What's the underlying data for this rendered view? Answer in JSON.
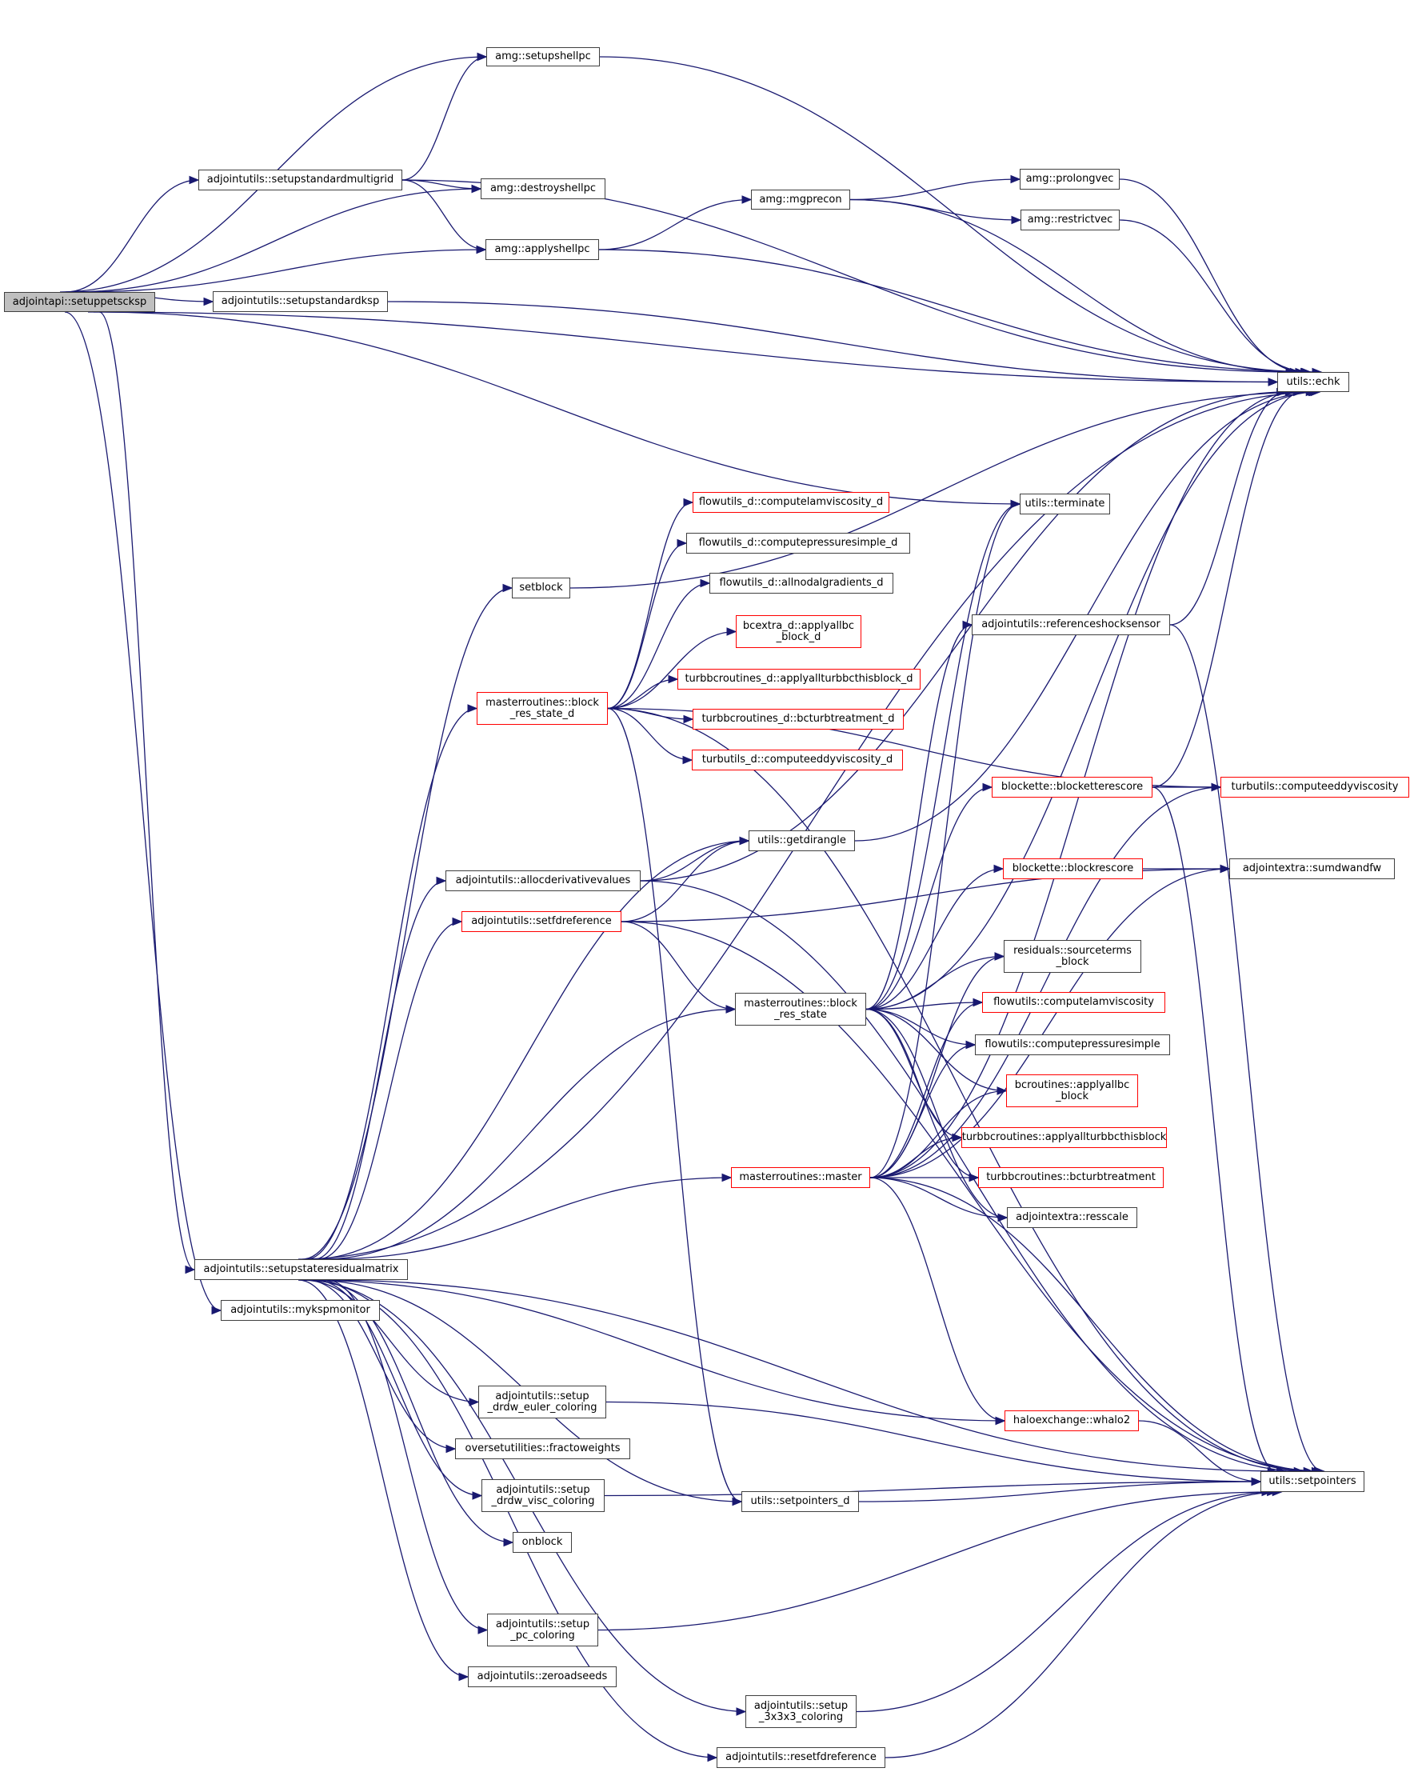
{
  "diagram": {
    "type": "call-graph",
    "root": "adjointapi::setuppetscksp",
    "colors": {
      "edge": "#191970",
      "root_fill": "#bfbfbf",
      "node_border": "#404040",
      "truncated_border": "#ff0000"
    },
    "nodes": [
      {
        "id": "root",
        "label": "adjointapi::setuppetscksp",
        "kind": "root"
      },
      {
        "id": "multigrid",
        "label": "adjointutils::setupstandardmultigrid",
        "kind": "normal"
      },
      {
        "id": "setupshellpc",
        "label": "amg::setupshellpc",
        "kind": "normal"
      },
      {
        "id": "destroyshellpc",
        "label": "amg::destroyshellpc",
        "kind": "normal"
      },
      {
        "id": "applyshellpc",
        "label": "amg::applyshellpc",
        "kind": "normal"
      },
      {
        "id": "ksp",
        "label": "adjointutils::setupstandardksp",
        "kind": "normal"
      },
      {
        "id": "mgprecon",
        "label": "amg::mgprecon",
        "kind": "normal"
      },
      {
        "id": "prolongvec",
        "label": "amg::prolongvec",
        "kind": "normal"
      },
      {
        "id": "restrictvec",
        "label": "amg::restrictvec",
        "kind": "normal"
      },
      {
        "id": "echk",
        "label": "utils::echk",
        "kind": "normal"
      },
      {
        "id": "terminate",
        "label": "utils::terminate",
        "kind": "normal"
      },
      {
        "id": "setblock",
        "label": "setblock",
        "kind": "normal"
      },
      {
        "id": "lamvisc_d",
        "label": "flowutils_d::computelamviscosity_d",
        "kind": "truncated"
      },
      {
        "id": "pressure_d",
        "label": "flowutils_d::computepressuresimple_d",
        "kind": "normal"
      },
      {
        "id": "nodalgrad_d",
        "label": "flowutils_d::allnodalgradients_d",
        "kind": "normal"
      },
      {
        "id": "applyallbc_d",
        "label": "bcextra_d::applyallbc\n_block_d",
        "kind": "truncated"
      },
      {
        "id": "brs_d",
        "label": "masterroutines::block\n_res_state_d",
        "kind": "truncated"
      },
      {
        "id": "turbbc_this_d",
        "label": "turbbcroutines_d::applyallturbbcthisblock_d",
        "kind": "truncated"
      },
      {
        "id": "bcturb_d",
        "label": "turbbcroutines_d::bcturbtreatment_d",
        "kind": "truncated"
      },
      {
        "id": "eddy_d",
        "label": "turbutils_d::computeeddyviscosity_d",
        "kind": "truncated"
      },
      {
        "id": "shocksensor",
        "label": "adjointutils::referenceshocksensor",
        "kind": "normal"
      },
      {
        "id": "blocketterescore",
        "label": "blockette::blocketterescore",
        "kind": "truncated"
      },
      {
        "id": "eddy",
        "label": "turbutils::computeeddyviscosity",
        "kind": "truncated"
      },
      {
        "id": "getdirangle",
        "label": "utils::getdirangle",
        "kind": "normal"
      },
      {
        "id": "allocderiv",
        "label": "adjointutils::allocderivativevalues",
        "kind": "normal"
      },
      {
        "id": "blockrescore",
        "label": "blockette::blockrescore",
        "kind": "truncated"
      },
      {
        "id": "sumdwandfw",
        "label": "adjointextra::sumdwandfw",
        "kind": "normal"
      },
      {
        "id": "setfdref",
        "label": "adjointutils::setfdreference",
        "kind": "truncated"
      },
      {
        "id": "sourceterms",
        "label": "residuals::sourceterms\n_block",
        "kind": "normal"
      },
      {
        "id": "brs",
        "label": "masterroutines::block\n_res_state",
        "kind": "normal"
      },
      {
        "id": "lamvisc",
        "label": "flowutils::computelamviscosity",
        "kind": "truncated"
      },
      {
        "id": "pressure",
        "label": "flowutils::computepressuresimple",
        "kind": "normal"
      },
      {
        "id": "applyallbc",
        "label": "bcroutines::applyallbc\n_block",
        "kind": "truncated"
      },
      {
        "id": "turbbc_this",
        "label": "turbbcroutines::applyallturbbcthisblock",
        "kind": "truncated"
      },
      {
        "id": "master",
        "label": "masterroutines::master",
        "kind": "truncated"
      },
      {
        "id": "bcturb",
        "label": "turbbcroutines::bcturbtreatment",
        "kind": "truncated"
      },
      {
        "id": "resscale",
        "label": "adjointextra::resscale",
        "kind": "normal"
      },
      {
        "id": "statemat",
        "label": "adjointutils::setupstateresidualmatrix",
        "kind": "normal"
      },
      {
        "id": "monitor",
        "label": "adjointutils::mykspmonitor",
        "kind": "normal"
      },
      {
        "id": "whalo2",
        "label": "haloexchange::whalo2",
        "kind": "truncated"
      },
      {
        "id": "euler_col",
        "label": "adjointutils::setup\n_drdw_euler_coloring",
        "kind": "normal"
      },
      {
        "id": "fractow",
        "label": "oversetutilities::fractoweights",
        "kind": "normal"
      },
      {
        "id": "setpointers_d",
        "label": "utils::setpointers_d",
        "kind": "normal"
      },
      {
        "id": "setpointers",
        "label": "utils::setpointers",
        "kind": "normal"
      },
      {
        "id": "visc_col",
        "label": "adjointutils::setup\n_drdw_visc_coloring",
        "kind": "normal"
      },
      {
        "id": "onblock",
        "label": "onblock",
        "kind": "normal"
      },
      {
        "id": "pc_col",
        "label": "adjointutils::setup\n_pc_coloring",
        "kind": "normal"
      },
      {
        "id": "zeroad",
        "label": "adjointutils::zeroadseeds",
        "kind": "normal"
      },
      {
        "id": "col333",
        "label": "adjointutils::setup\n_3x3x3_coloring",
        "kind": "normal"
      },
      {
        "id": "resetfd",
        "label": "adjointutils::resetfdreference",
        "kind": "normal"
      }
    ],
    "edges": [
      [
        "root",
        "setupshellpc"
      ],
      [
        "root",
        "multigrid"
      ],
      [
        "root",
        "destroyshellpc"
      ],
      [
        "root",
        "applyshellpc"
      ],
      [
        "root",
        "ksp"
      ],
      [
        "root",
        "echk"
      ],
      [
        "root",
        "terminate"
      ],
      [
        "root",
        "statemat"
      ],
      [
        "root",
        "monitor"
      ],
      [
        "multigrid",
        "setupshellpc"
      ],
      [
        "multigrid",
        "echk"
      ],
      [
        "multigrid",
        "destroyshellpc"
      ],
      [
        "multigrid",
        "applyshellpc"
      ],
      [
        "setupshellpc",
        "echk"
      ],
      [
        "applyshellpc",
        "mgprecon"
      ],
      [
        "applyshellpc",
        "echk"
      ],
      [
        "ksp",
        "echk"
      ],
      [
        "mgprecon",
        "prolongvec"
      ],
      [
        "mgprecon",
        "restrictvec"
      ],
      [
        "mgprecon",
        "echk"
      ],
      [
        "prolongvec",
        "echk"
      ],
      [
        "restrictvec",
        "echk"
      ],
      [
        "setblock",
        "echk"
      ],
      [
        "brs_d",
        "lamvisc_d"
      ],
      [
        "brs_d",
        "pressure_d"
      ],
      [
        "brs_d",
        "nodalgrad_d"
      ],
      [
        "brs_d",
        "applyallbc_d"
      ],
      [
        "brs_d",
        "turbbc_this_d"
      ],
      [
        "brs_d",
        "bcturb_d"
      ],
      [
        "brs_d",
        "eddy_d"
      ],
      [
        "brs_d",
        "eddy"
      ],
      [
        "brs_d",
        "setpointers_d"
      ],
      [
        "brs_d",
        "setpointers"
      ],
      [
        "shocksensor",
        "echk"
      ],
      [
        "shocksensor",
        "setpointers"
      ],
      [
        "blocketterescore",
        "eddy"
      ],
      [
        "blocketterescore",
        "echk"
      ],
      [
        "blocketterescore",
        "setpointers"
      ],
      [
        "blockrescore",
        "sumdwandfw"
      ],
      [
        "getdirangle",
        "echk"
      ],
      [
        "allocderiv",
        "getdirangle"
      ],
      [
        "allocderiv",
        "echk"
      ],
      [
        "allocderiv",
        "setpointers"
      ],
      [
        "setfdref",
        "getdirangle"
      ],
      [
        "setfdref",
        "brs"
      ],
      [
        "setfdref",
        "sumdwandfw"
      ],
      [
        "setfdref",
        "setpointers"
      ],
      [
        "brs",
        "echk"
      ],
      [
        "brs",
        "terminate"
      ],
      [
        "brs",
        "shocksensor"
      ],
      [
        "brs",
        "blocketterescore"
      ],
      [
        "brs",
        "blockrescore"
      ],
      [
        "brs",
        "sourceterms"
      ],
      [
        "brs",
        "lamvisc"
      ],
      [
        "brs",
        "pressure"
      ],
      [
        "brs",
        "applyallbc"
      ],
      [
        "brs",
        "turbbc_this"
      ],
      [
        "brs",
        "bcturb"
      ],
      [
        "brs",
        "resscale"
      ],
      [
        "master",
        "echk"
      ],
      [
        "master",
        "terminate"
      ],
      [
        "master",
        "sourceterms"
      ],
      [
        "master",
        "lamvisc"
      ],
      [
        "master",
        "pressure"
      ],
      [
        "master",
        "applyallbc"
      ],
      [
        "master",
        "turbbc_this"
      ],
      [
        "master",
        "bcturb"
      ],
      [
        "master",
        "resscale"
      ],
      [
        "master",
        "whalo2"
      ],
      [
        "master",
        "setpointers"
      ],
      [
        "master",
        "sumdwandfw"
      ],
      [
        "master",
        "eddy"
      ],
      [
        "statemat",
        "echk"
      ],
      [
        "statemat",
        "setblock"
      ],
      [
        "statemat",
        "brs_d"
      ],
      [
        "statemat",
        "getdirangle"
      ],
      [
        "statemat",
        "allocderiv"
      ],
      [
        "statemat",
        "setfdref"
      ],
      [
        "statemat",
        "brs"
      ],
      [
        "statemat",
        "master"
      ],
      [
        "statemat",
        "whalo2"
      ],
      [
        "statemat",
        "euler_col"
      ],
      [
        "statemat",
        "fractow"
      ],
      [
        "statemat",
        "setpointers_d"
      ],
      [
        "statemat",
        "visc_col"
      ],
      [
        "statemat",
        "onblock"
      ],
      [
        "statemat",
        "setpointers"
      ],
      [
        "statemat",
        "pc_col"
      ],
      [
        "statemat",
        "zeroad"
      ],
      [
        "statemat",
        "col333"
      ],
      [
        "statemat",
        "resetfd"
      ],
      [
        "whalo2",
        "setpointers"
      ],
      [
        "setpointers_d",
        "setpointers"
      ],
      [
        "euler_col",
        "setpointers"
      ],
      [
        "visc_col",
        "setpointers"
      ],
      [
        "pc_col",
        "setpointers"
      ],
      [
        "col333",
        "setpointers"
      ],
      [
        "resetfd",
        "setpointers"
      ]
    ]
  }
}
